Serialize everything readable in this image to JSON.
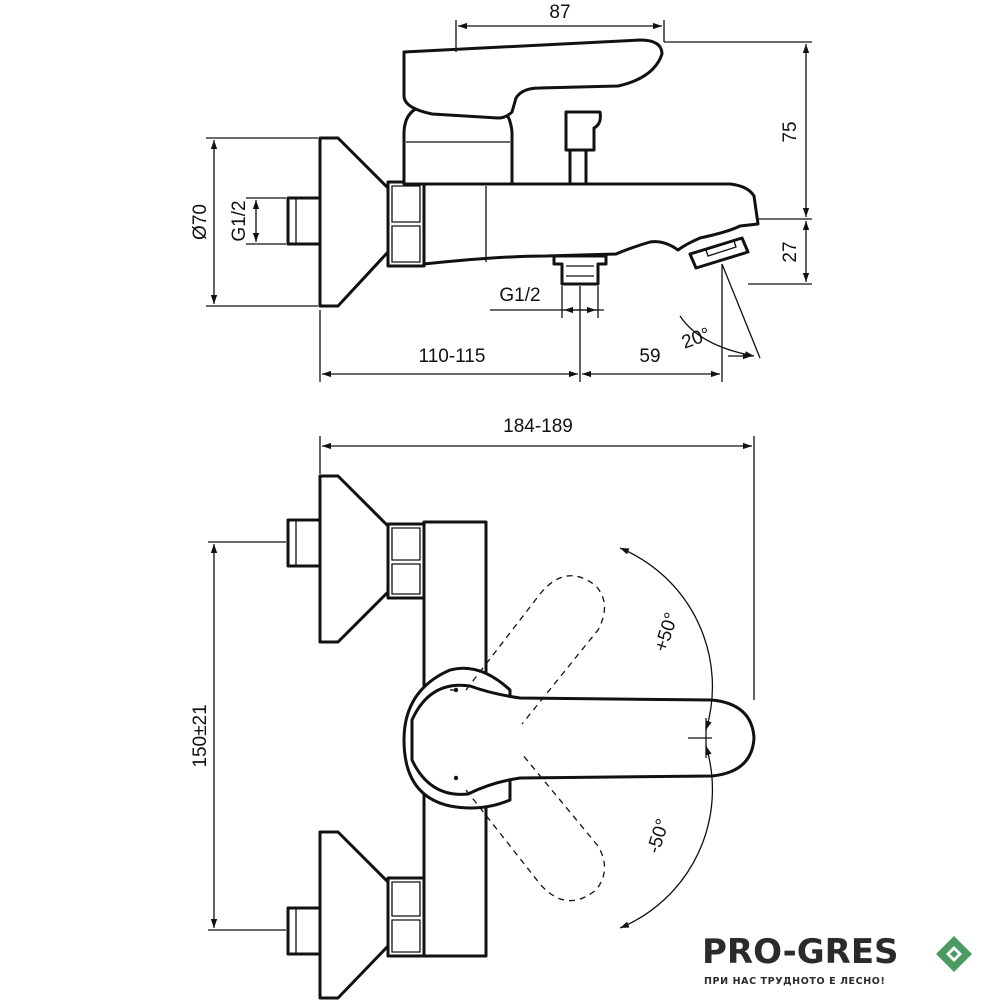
{
  "dimensions": {
    "top_width": "87",
    "height_75": "75",
    "height_27": "27",
    "diameter": "Ø70",
    "thread_inlet": "G1/2",
    "thread_outlet": "G1/2",
    "wall_distance": "110-115",
    "spout_reach": "59",
    "spout_angle": "20°",
    "overall_width": "184-189",
    "inlet_spacing": "150±21",
    "rotation_plus": "+50°",
    "rotation_minus": "-50°"
  },
  "brand": {
    "name": "PRO-GRES",
    "slogan": "ПРИ НАС ТРУДНОТО Е ЛЕСНО!",
    "accent_color": "#4a9a62"
  }
}
